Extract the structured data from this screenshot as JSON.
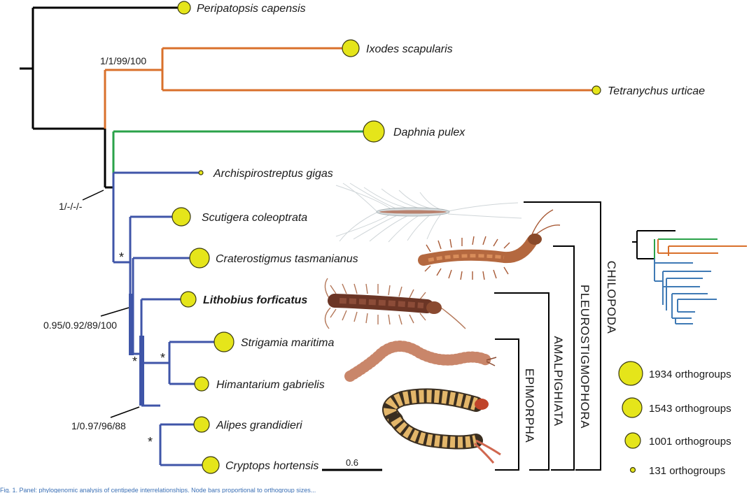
{
  "colors": {
    "outgroup": "#000000",
    "chelicerata": "#d9702b",
    "crustacea": "#2aa24a",
    "myriapoda": "#3f55a8",
    "node_fill": "#e5e51a",
    "node_stroke": "#3a3a10"
  },
  "taxa": [
    {
      "name": "Peripatopsis capensis",
      "group": "outgroup"
    },
    {
      "name": "Ixodes scapularis",
      "group": "chelicerata"
    },
    {
      "name": "Tetranychus urticae",
      "group": "chelicerata"
    },
    {
      "name": "Daphnia pulex",
      "group": "crustacea"
    },
    {
      "name": "Archispirostreptus gigas",
      "group": "myriapoda"
    },
    {
      "name": "Scutigera coleoptrata",
      "group": "myriapoda"
    },
    {
      "name": "Craterostigmus tasmanianus",
      "group": "myriapoda"
    },
    {
      "name": "Lithobius forficatus",
      "group": "myriapoda",
      "emphasis": true
    },
    {
      "name": "Strigamia maritima",
      "group": "myriapoda"
    },
    {
      "name": "Himantarium gabrielis",
      "group": "myriapoda"
    },
    {
      "name": "Alipes grandidieri",
      "group": "myriapoda"
    },
    {
      "name": "Cryptops hortensis",
      "group": "myriapoda"
    }
  ],
  "support_values": {
    "chelicerata": "1/1/99/100",
    "myriapoda": "1/-/-/-",
    "pleurostigmophora": "0.95/0.92/89/100",
    "epimorpha": "1/0.97/96/88"
  },
  "max_support_symbol": "*",
  "clades": [
    "EPIMORPHA",
    "AMALPIGHIATA",
    "PLEUROSTIGMOPHORA",
    "CHILOPODA"
  ],
  "legend": [
    {
      "label": "1934 orthogroups",
      "count": 1934
    },
    {
      "label": "1543 orthogroups",
      "count": 1543
    },
    {
      "label": "1001 orthogroups",
      "count": 1001
    },
    {
      "label": "131 orthogroups",
      "count": 131
    }
  ],
  "scale_bar": {
    "label": "0.6"
  },
  "caption": "Fig. 1.  Panel: phylogenomic analysis of centipede interrelationships. Node bars proportional to orthogroup sizes..."
}
